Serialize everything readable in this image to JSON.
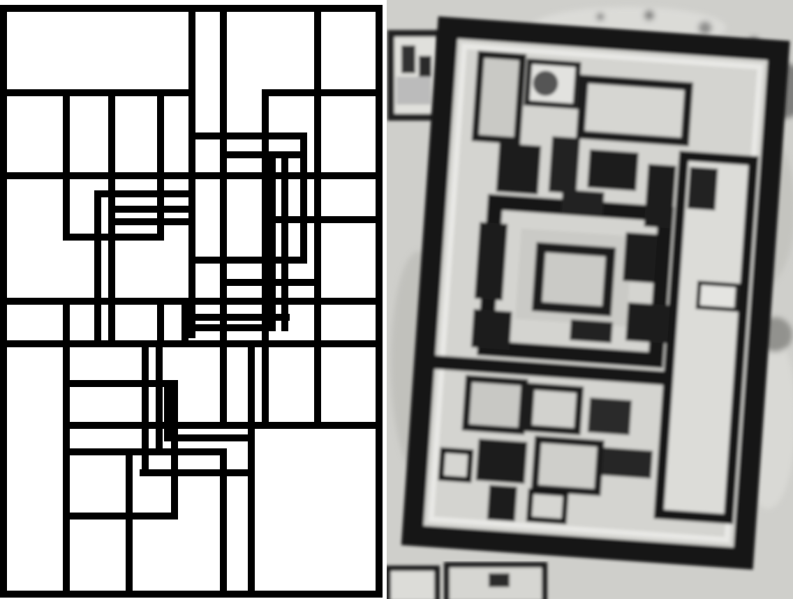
{
  "image": {
    "panels": [
      {
        "name": "rectangle-tiling-diagram",
        "kind": "black-and-white line drawing of overlapping rectangles"
      },
      {
        "name": "aerial-photo-ruins",
        "kind": "grayscale aerial photograph of walled ruined settlement"
      }
    ]
  },
  "colors": {
    "line": "#000000",
    "paper": "#ffffff",
    "sand_light": "#d9d9d6",
    "sand_mid": "#a9a9a4",
    "wall_dark": "#141414",
    "divider": "#b5b5b5"
  }
}
